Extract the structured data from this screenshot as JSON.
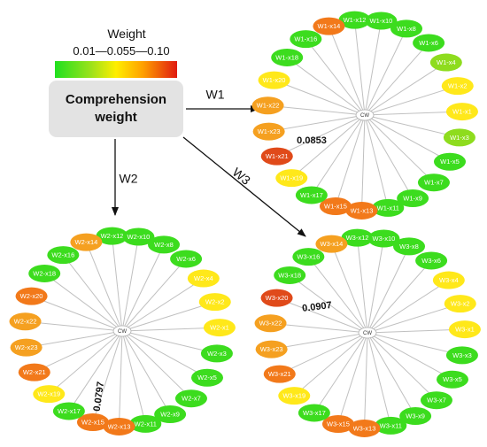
{
  "legend": {
    "title": "Weight",
    "range": "0.01—0.055—0.10"
  },
  "root_label": "Comprehension weight",
  "colors": {
    "edge": "#c0c0c0",
    "arrow": "#111111",
    "hub_fill": "#ffffff",
    "hub_stroke": "#b0b0b0"
  },
  "arrows": [
    {
      "label": "W1"
    },
    {
      "label": "W2"
    },
    {
      "label": "W3"
    }
  ],
  "networks": [
    {
      "hub_label": "CW",
      "annotation": "0.0853",
      "nodes": [
        {
          "label": "W1-x12",
          "color": "#3cdc1e"
        },
        {
          "label": "W1-x10",
          "color": "#3cdc1e"
        },
        {
          "label": "W1-x8",
          "color": "#3cdc1e"
        },
        {
          "label": "W1-x6",
          "color": "#3cdc1e"
        },
        {
          "label": "W1-x4",
          "color": "#8edc1e"
        },
        {
          "label": "W1-x2",
          "color": "#ffe81a"
        },
        {
          "label": "W1-x1",
          "color": "#ffe81a"
        },
        {
          "label": "W1-x3",
          "color": "#8edc1e"
        },
        {
          "label": "W1-x5",
          "color": "#3cdc1e"
        },
        {
          "label": "W1-x7",
          "color": "#3cdc1e"
        },
        {
          "label": "W1-x9",
          "color": "#3cdc1e"
        },
        {
          "label": "W1-x11",
          "color": "#3cdc1e"
        },
        {
          "label": "W1-x13",
          "color": "#f2791a"
        },
        {
          "label": "W1-x15",
          "color": "#f2791a"
        },
        {
          "label": "W1-x17",
          "color": "#3cdc1e"
        },
        {
          "label": "W1-x19",
          "color": "#ffe81a"
        },
        {
          "label": "W1-x21",
          "color": "#e04a1a"
        },
        {
          "label": "W1-x23",
          "color": "#f5a020"
        },
        {
          "label": "W1-x22",
          "color": "#f5a020"
        },
        {
          "label": "W1-x20",
          "color": "#ffe81a"
        },
        {
          "label": "W1-x18",
          "color": "#3cdc1e"
        },
        {
          "label": "W1-x16",
          "color": "#3cdc1e"
        },
        {
          "label": "W1-x14",
          "color": "#f2791a"
        }
      ]
    },
    {
      "hub_label": "CW",
      "annotation": "0.0797",
      "nodes": [
        {
          "label": "W2-x12",
          "color": "#3cdc1e"
        },
        {
          "label": "W2-x10",
          "color": "#3cdc1e"
        },
        {
          "label": "W2-x8",
          "color": "#3cdc1e"
        },
        {
          "label": "W2-x6",
          "color": "#3cdc1e"
        },
        {
          "label": "W2-x4",
          "color": "#ffe81a"
        },
        {
          "label": "W2-x2",
          "color": "#ffe81a"
        },
        {
          "label": "W2-x1",
          "color": "#ffe81a"
        },
        {
          "label": "W2-x3",
          "color": "#3cdc1e"
        },
        {
          "label": "W2-x5",
          "color": "#3cdc1e"
        },
        {
          "label": "W2-x7",
          "color": "#3cdc1e"
        },
        {
          "label": "W2-x9",
          "color": "#3cdc1e"
        },
        {
          "label": "W2-x11",
          "color": "#3cdc1e"
        },
        {
          "label": "W2-x13",
          "color": "#f2791a"
        },
        {
          "label": "W2-x15",
          "color": "#f2791a"
        },
        {
          "label": "W2-x17",
          "color": "#3cdc1e"
        },
        {
          "label": "W2-x19",
          "color": "#ffe81a"
        },
        {
          "label": "W2-x21",
          "color": "#f2791a"
        },
        {
          "label": "W2-x23",
          "color": "#f5a020"
        },
        {
          "label": "W2-x22",
          "color": "#f5a020"
        },
        {
          "label": "W2-x20",
          "color": "#f2791a"
        },
        {
          "label": "W2-x18",
          "color": "#3cdc1e"
        },
        {
          "label": "W2-x16",
          "color": "#3cdc1e"
        },
        {
          "label": "W2-x14",
          "color": "#f5a020"
        }
      ]
    },
    {
      "hub_label": "CW",
      "annotation": "0.0907",
      "nodes": [
        {
          "label": "W3-x12",
          "color": "#3cdc1e"
        },
        {
          "label": "W3-x10",
          "color": "#3cdc1e"
        },
        {
          "label": "W3-x8",
          "color": "#3cdc1e"
        },
        {
          "label": "W3-x6",
          "color": "#3cdc1e"
        },
        {
          "label": "W3-x4",
          "color": "#ffe81a"
        },
        {
          "label": "W3-x2",
          "color": "#ffe81a"
        },
        {
          "label": "W3-x1",
          "color": "#ffe81a"
        },
        {
          "label": "W3-x3",
          "color": "#3cdc1e"
        },
        {
          "label": "W3-x5",
          "color": "#3cdc1e"
        },
        {
          "label": "W3-x7",
          "color": "#3cdc1e"
        },
        {
          "label": "W3-x9",
          "color": "#3cdc1e"
        },
        {
          "label": "W3-x11",
          "color": "#3cdc1e"
        },
        {
          "label": "W3-x13",
          "color": "#f2791a"
        },
        {
          "label": "W3-x15",
          "color": "#f2791a"
        },
        {
          "label": "W3-x17",
          "color": "#3cdc1e"
        },
        {
          "label": "W3-x19",
          "color": "#ffe81a"
        },
        {
          "label": "W3-x21",
          "color": "#f2791a"
        },
        {
          "label": "W3-x23",
          "color": "#f5a020"
        },
        {
          "label": "W3-x22",
          "color": "#f5a020"
        },
        {
          "label": "W3-x20",
          "color": "#e04a1a"
        },
        {
          "label": "W3-x18",
          "color": "#3cdc1e"
        },
        {
          "label": "W3-x16",
          "color": "#3cdc1e"
        },
        {
          "label": "W3-x14",
          "color": "#f5a020"
        }
      ]
    }
  ]
}
